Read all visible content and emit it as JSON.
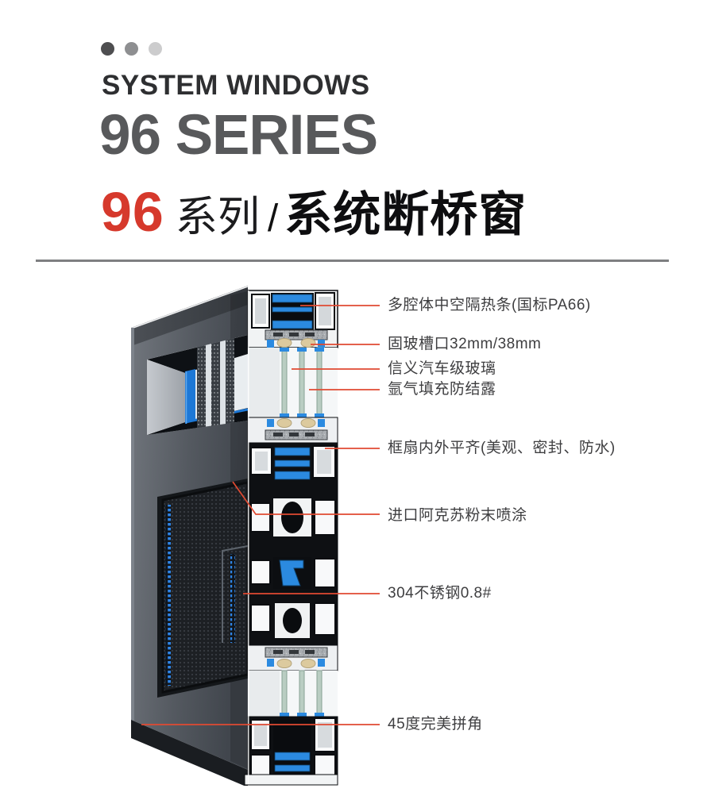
{
  "header": {
    "dots": [
      "#4e4e50",
      "#8e8f91",
      "#cccccd"
    ],
    "subtitle_en": "SYSTEM WINDOWS",
    "title_en": "96 SERIES",
    "cn": {
      "number": "96",
      "series": "系列",
      "slash": "/",
      "name": "系统断桥窗"
    },
    "accent_red": "#d6392c"
  },
  "diagram": {
    "leader_color": "#e04a32",
    "callouts": [
      {
        "text": "多腔体中空隔热条(国标PA66)"
      },
      {
        "text": "固玻槽口32mm/38mm"
      },
      {
        "text": "信义汽车级玻璃"
      },
      {
        "text": "氩气填充防结露"
      },
      {
        "text": "框扇内外平齐(美观、密封、防水)"
      },
      {
        "text": "进口阿克苏粉末喷涂"
      },
      {
        "text": "304不锈钢0.8#"
      },
      {
        "text": "45度完美拼角"
      }
    ]
  }
}
